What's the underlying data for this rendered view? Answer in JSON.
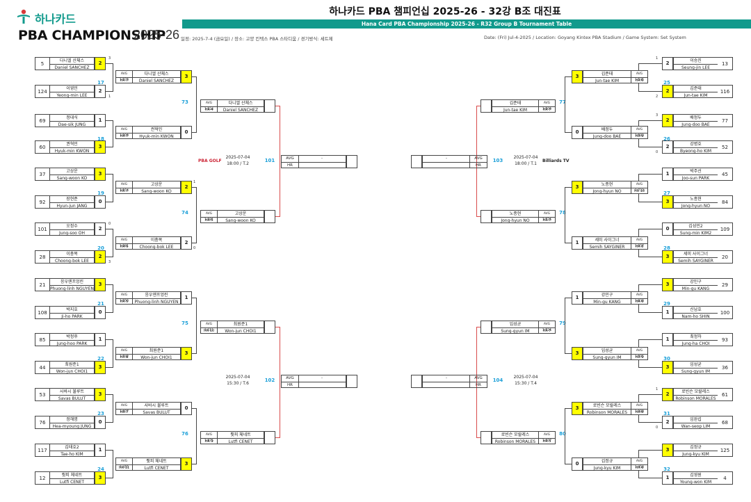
{
  "header": {
    "brand": "하나카드",
    "pba": "PBA CHAMPIONSHIP",
    "season": "2025-26",
    "title": "하나카드 PBA 챔피언십 2025-26 - 32강 B조 대진표",
    "subtitle": "Hana Card PBA Championship 2025-26 - R32 Group B Tournament Table",
    "info_kr": "일정: 2025-7-4 (금요일) / 장소: 고양 킨텍스 PBA 스타디움 / 경기방식: 세트제",
    "info_en": "Date: (Fri) Jul-4-2025 / Location: Goyang Kintex PBA Stadium / Game System: Set System"
  },
  "colors": {
    "accent": "#119a8c",
    "win": "#ffff00",
    "match_no": "#1a9fd8"
  },
  "left_r32": [
    {
      "seed": "5",
      "kr": "다니엘 산체스",
      "en": "Daniel SANCHEZ",
      "score": "2",
      "win": true,
      "tiny": "3"
    },
    {
      "seed": "124",
      "kr": "이영민",
      "en": "Yeong-min LEE",
      "score": "2",
      "win": false,
      "tiny": "1"
    },
    {
      "seed": "69",
      "kr": "정대식",
      "en": "Dae-sik JUNG",
      "score": "1",
      "win": false,
      "tiny": ""
    },
    {
      "seed": "60",
      "kr": "권혁민",
      "en": "Hyuk-min KWON",
      "score": "3",
      "win": true,
      "tiny": ""
    },
    {
      "seed": "37",
      "kr": "고상운",
      "en": "Sang-woon KO",
      "score": "3",
      "win": true,
      "tiny": ""
    },
    {
      "seed": "92",
      "kr": "장현준",
      "en": "Hyun-jun JANG",
      "score": "0",
      "win": false,
      "tiny": ""
    },
    {
      "seed": "101",
      "kr": "오정수",
      "en": "Jung-soo OH",
      "score": "2",
      "win": false,
      "tiny": "0"
    },
    {
      "seed": "28",
      "kr": "이충복",
      "en": "Choong-bok LEE",
      "score": "2",
      "win": true,
      "tiny": "3"
    },
    {
      "seed": "21",
      "kr": "응우옌프엉린",
      "en": "Phuong-linh NGUYEN",
      "score": "3",
      "win": true,
      "tiny": ""
    },
    {
      "seed": "108",
      "kr": "박지호",
      "en": "Ji-ho PARK",
      "score": "0",
      "win": false,
      "tiny": ""
    },
    {
      "seed": "85",
      "kr": "박정후",
      "en": "Jung-hoo PARK",
      "score": "1",
      "win": false,
      "tiny": ""
    },
    {
      "seed": "44",
      "kr": "최원준1",
      "en": "Won-jun CHOI1",
      "score": "3",
      "win": true,
      "tiny": ""
    },
    {
      "seed": "53",
      "kr": "사바시 불루트",
      "en": "Savas BULUT",
      "score": "3",
      "win": true,
      "tiny": ""
    },
    {
      "seed": "76",
      "kr": "정해명",
      "en": "Hea-myoung JUNG",
      "score": "0",
      "win": false,
      "tiny": ""
    },
    {
      "seed": "117",
      "kr": "김태호2",
      "en": "Tae-ho KIM",
      "score": "1",
      "win": false,
      "tiny": ""
    },
    {
      "seed": "12",
      "kr": "륏피 체네트",
      "en": "Lutfi CENET",
      "score": "3",
      "win": true,
      "tiny": ""
    }
  ],
  "right_r32": [
    {
      "seed": "13",
      "kr": "이승진",
      "en": "Seung-jin LEE",
      "score": "2",
      "win": false,
      "tiny": "1"
    },
    {
      "seed": "116",
      "kr": "김준태",
      "en": "Jun-tae KIM",
      "score": "2",
      "win": true,
      "tiny": "2"
    },
    {
      "seed": "77",
      "kr": "배정두",
      "en": "Jung-doo BAE",
      "score": "2",
      "win": true,
      "tiny": "3"
    },
    {
      "seed": "52",
      "kr": "강병호",
      "en": "Byeong-ho KIM",
      "score": "2",
      "win": false,
      "tiny": "0"
    },
    {
      "seed": "45",
      "kr": "박주선",
      "en": "Joo-sun PARK",
      "score": "1",
      "win": false,
      "tiny": ""
    },
    {
      "seed": "84",
      "kr": "노종현",
      "en": "Jong-hyun NO",
      "score": "3",
      "win": true,
      "tiny": ""
    },
    {
      "seed": "109",
      "kr": "김성민2",
      "en": "Sung-min KIM2",
      "score": "0",
      "win": false,
      "tiny": ""
    },
    {
      "seed": "20",
      "kr": "세미 사이그너",
      "en": "Semih SAYGINER",
      "score": "3",
      "win": true,
      "tiny": ""
    },
    {
      "seed": "29",
      "kr": "강민구",
      "en": "Min-gu KANG",
      "score": "3",
      "win": true,
      "tiny": ""
    },
    {
      "seed": "100",
      "kr": "신남호",
      "en": "Nam-ho SHIN",
      "score": "1",
      "win": false,
      "tiny": ""
    },
    {
      "seed": "93",
      "kr": "최정하",
      "en": "Jung-ha CHOI",
      "score": "1",
      "win": false,
      "tiny": ""
    },
    {
      "seed": "36",
      "kr": "임성균",
      "en": "Sung-gyun IM",
      "score": "3",
      "win": true,
      "tiny": ""
    },
    {
      "seed": "61",
      "kr": "로빈슨 모랄레스",
      "en": "Robinson MORALES",
      "score": "2",
      "win": true,
      "tiny": "1"
    },
    {
      "seed": "68",
      "kr": "임완섭",
      "en": "Wan-seop LIM",
      "score": "2",
      "win": false,
      "tiny": "0"
    },
    {
      "seed": "125",
      "kr": "김정규",
      "en": "Jung-kyu KIM",
      "score": "3",
      "win": true,
      "tiny": ""
    },
    {
      "seed": "4",
      "kr": "김영원",
      "en": "Young-won KIM",
      "score": "1",
      "win": false,
      "tiny": ""
    }
  ],
  "left_r32_match_nos": [
    "17",
    "18",
    "19",
    "20",
    "21",
    "22",
    "23",
    "24"
  ],
  "right_r32_match_nos": [
    "25",
    "26",
    "27",
    "28",
    "29",
    "30",
    "31",
    "32"
  ],
  "left_r16": [
    {
      "avg": "AVG 1.233",
      "hr": "HR 7",
      "kr": "다니엘 산체스",
      "en": "Daniel SANCHEZ",
      "score": "3",
      "win": true,
      "tiny": ""
    },
    {
      "avg": "AVG 1.200",
      "hr": "HR 7",
      "kr": "권혁민",
      "en": "Hyuk-min KWON",
      "score": "0",
      "win": false,
      "tiny": ""
    },
    {
      "avg": "AVG 1.154",
      "hr": "HR 7",
      "kr": "고상운",
      "en": "Sang-woon KO",
      "score": "2",
      "win": true,
      "tiny": "1"
    },
    {
      "avg": "AVG 1.381",
      "hr": "HR 9",
      "kr": "이충복",
      "en": "Choong-bok LEE",
      "score": "2",
      "win": false,
      "tiny": "0"
    },
    {
      "avg": "AVG 1.250",
      "hr": "HR 5",
      "kr": "응우옌프엉린",
      "en": "Phuong-linh NGUYEN",
      "score": "1",
      "win": false,
      "tiny": ""
    },
    {
      "avg": "AVG 1.742",
      "hr": "HR 8",
      "kr": "최원준1",
      "en": "Won-jun CHOI1",
      "score": "3",
      "win": true,
      "tiny": ""
    },
    {
      "avg": "AVG 1.607",
      "hr": "HR 7",
      "kr": "사바시 불루트",
      "en": "Savas BULUT",
      "score": "0",
      "win": false,
      "tiny": ""
    },
    {
      "avg": "AVG 1.455",
      "hr": "HR 11",
      "kr": "륏피 체네트",
      "en": "Lutfi CENET",
      "score": "3",
      "win": true,
      "tiny": ""
    }
  ],
  "right_r16": [
    {
      "avg": "AVG 1.545",
      "hr": "HR 6",
      "kr": "김준태",
      "en": "Jun-tae KIM",
      "score": "3",
      "win": true,
      "tiny": ""
    },
    {
      "avg": "AVG 1.583",
      "hr": "HR 9",
      "kr": "배정두",
      "en": "Jung-doo BAE",
      "score": "0",
      "win": false,
      "tiny": ""
    },
    {
      "avg": "AVG 1.733",
      "hr": "HR 10",
      "kr": "노종현",
      "en": "Jong-hyun NO",
      "score": "3",
      "win": true,
      "tiny": ""
    },
    {
      "avg": "AVG 1.957",
      "hr": "HR 8",
      "kr": "세미 사이그너",
      "en": "Semih SAYGINER",
      "score": "1",
      "win": false,
      "tiny": ""
    },
    {
      "avg": "AVG 1.833",
      "hr": "HR 6",
      "kr": "강민구",
      "en": "Min-gu KANG",
      "score": "1",
      "win": false,
      "tiny": ""
    },
    {
      "avg": "AVG 1.595",
      "hr": "HR 9",
      "kr": "임성균",
      "en": "Sung-gyun IM",
      "score": "3",
      "win": true,
      "tiny": ""
    },
    {
      "avg": "AVG 1.283",
      "hr": "HR 8",
      "kr": "로빈슨 모랄레스",
      "en": "Robinson MORALES",
      "score": "3",
      "win": true,
      "tiny": ""
    },
    {
      "avg": "AVG 1.450",
      "hr": "HR 6",
      "kr": "김정규",
      "en": "Jung-kyu KIM",
      "score": "0",
      "win": false,
      "tiny": ""
    }
  ],
  "left_r16_match_nos": [
    "73",
    "74",
    "75",
    "76"
  ],
  "right_r16_match_nos": [
    "77",
    "78",
    "79",
    "80"
  ],
  "left_qf": [
    {
      "avg": "AVG 1.324",
      "hr": "HR 4",
      "kr": "다니엘 산체스",
      "en": "Daniel SANCHEZ"
    },
    {
      "avg": "AVG 1.281",
      "hr": "HR 5",
      "kr": "고상운",
      "en": "Sang-woon KO"
    },
    {
      "avg": "AVG 1.611",
      "hr": "HR 10",
      "kr": "최원준1",
      "en": "Won-jun CHOI1"
    },
    {
      "avg": "AVG 1.875",
      "hr": "HR 9",
      "kr": "륏피 체네트",
      "en": "Lutfi CENET"
    }
  ],
  "right_qf": [
    {
      "avg": "AVG 1.500",
      "hr": "HR 7",
      "kr": "김준태",
      "en": "Jun-tae KIM"
    },
    {
      "avg": "AVG 1.526",
      "hr": "HR 7",
      "kr": "노종현",
      "en": "Jong-hyun NO"
    },
    {
      "avg": "AVG 1.526",
      "hr": "HR 7",
      "kr": "임성균",
      "en": "Sung-gyun IM"
    },
    {
      "avg": "AVG 1.607",
      "hr": "HR 5",
      "kr": "로빈슨 모랄레스",
      "en": "Robinson MORALES"
    }
  ],
  "left_sf": [
    {
      "date": "2025-07-04",
      "time": "18:00 / T.2",
      "match_no": "101",
      "avg": "AVG",
      "hr": "HR",
      "val": "-"
    },
    {
      "date": "2025-07-04",
      "time": "15:30 / T.6",
      "match_no": "102",
      "avg": "AVG",
      "hr": "HR",
      "val": "-"
    }
  ],
  "right_sf": [
    {
      "date": "2025-07-04",
      "time": "18:00 / T.1",
      "match_no": "103",
      "avg": "AVG",
      "hr": "HR",
      "val": "-"
    },
    {
      "date": "2025-07-04",
      "time": "15:30 / T.4",
      "match_no": "104",
      "avg": "AVG",
      "hr": "HR",
      "val": "-"
    }
  ],
  "sponsors": {
    "left": "PBA GOLF",
    "right": "Billiards TV"
  }
}
